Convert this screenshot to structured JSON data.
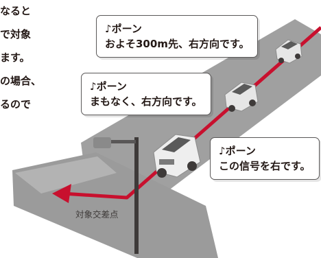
{
  "body_text": [
    "なると",
    "で対象",
    "ます。",
    "の場合、",
    "るので"
  ],
  "bubbles": {
    "top": {
      "line1": "♪ポーン",
      "line2": "およそ300m先、右方向です。"
    },
    "middle": {
      "line1": "♪ポーン",
      "line2": "まもなく、右方向です。"
    },
    "bottom": {
      "line1": "♪ポーン",
      "line2": "この信号を右です。"
    }
  },
  "intersection_label": "対象交差点",
  "colors": {
    "road": "#9fa0a0",
    "road_dark": "#7d7d7e",
    "route": "#c8102e",
    "pole": "#3e3a39",
    "car_body": "#e8e8e8"
  }
}
